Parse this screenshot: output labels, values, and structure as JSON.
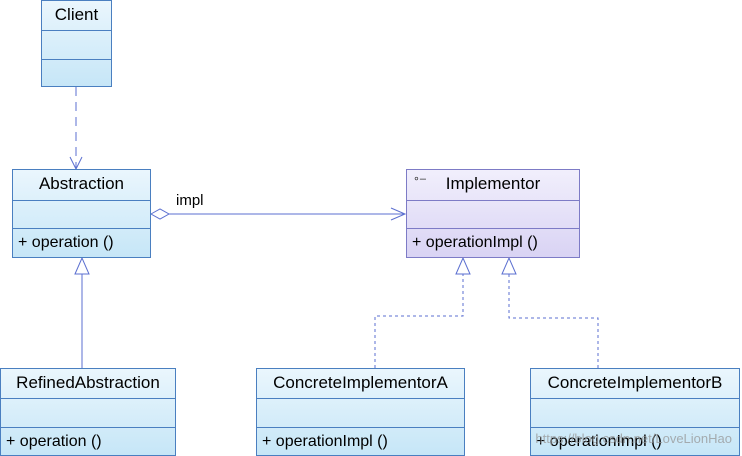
{
  "classes": {
    "client": {
      "name": "Client"
    },
    "abstraction": {
      "name": "Abstraction",
      "operation": "+ operation ()"
    },
    "implementor": {
      "name": "Implementor",
      "operation": "+ operationImpl ()",
      "stereotype_icon": "interface-icon"
    },
    "refined": {
      "name": "RefinedAbstraction",
      "operation": "+ operation ()"
    },
    "concreteA": {
      "name": "ConcreteImplementorA",
      "operation": "+ operationImpl ()"
    },
    "concreteB": {
      "name": "ConcreteImplementorB",
      "operation": "+ operationImpl ()"
    }
  },
  "relations": {
    "impl_label": "impl"
  },
  "watermark": "https://blog.csdn.net/LoveLionHao",
  "colors": {
    "class_border": "#4a7fc0",
    "interface_border": "#7d7bc6",
    "edge": "#5b6fd0"
  }
}
